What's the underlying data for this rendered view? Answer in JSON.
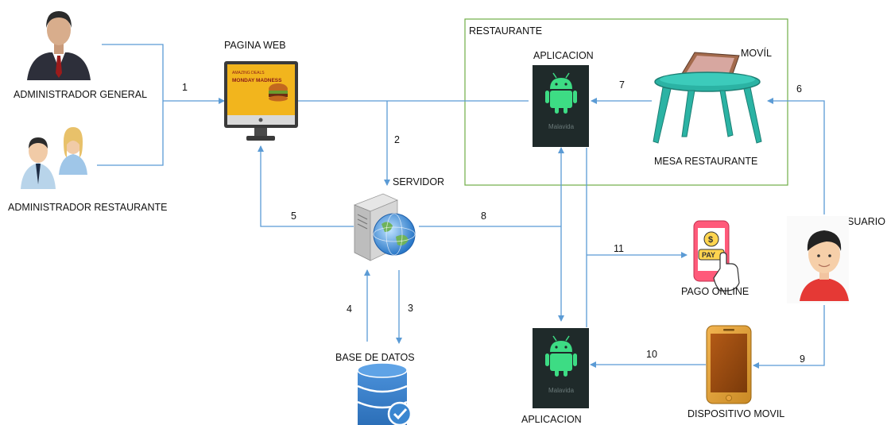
{
  "labels": {
    "admin_general": "ADMINISTRADOR GENERAL",
    "admin_restaurante": "ADMINISTRADOR RESTAURANTE",
    "pagina_web": "PAGINA WEB",
    "servidor": "SERVIDOR",
    "base_datos": "BASE DE DATOS",
    "restaurante": "RESTAURANTE",
    "aplicacion_top": "APLICACION",
    "aplicacion_bottom": "APLICACION",
    "movil": "MOVÍL",
    "mesa_restaurante": "MESA RESTAURANTE",
    "usuario": "USUARIO",
    "pago_online": "PAGO ONLINE",
    "dispositivo_movil": "DISPOSITIVO MOVIL"
  },
  "screen_text": {
    "web_promo": "MONDAY MADNESS",
    "web_promo_small": "AMAZING DEALS",
    "app_brand_top": "Malavida",
    "app_brand_bottom": "Malavida",
    "pay_text": "PAY",
    "dollar": "$"
  },
  "steps": [
    "1",
    "2",
    "3",
    "4",
    "5",
    "6",
    "7",
    "8",
    "9",
    "10",
    "11"
  ],
  "colors": {
    "arrow": "#5b9bd5",
    "restaurant_border": "#70ad47",
    "app_dark": "#1f2a2a",
    "android_green": "#3ddc84",
    "table_teal": "#2bb3a4"
  }
}
